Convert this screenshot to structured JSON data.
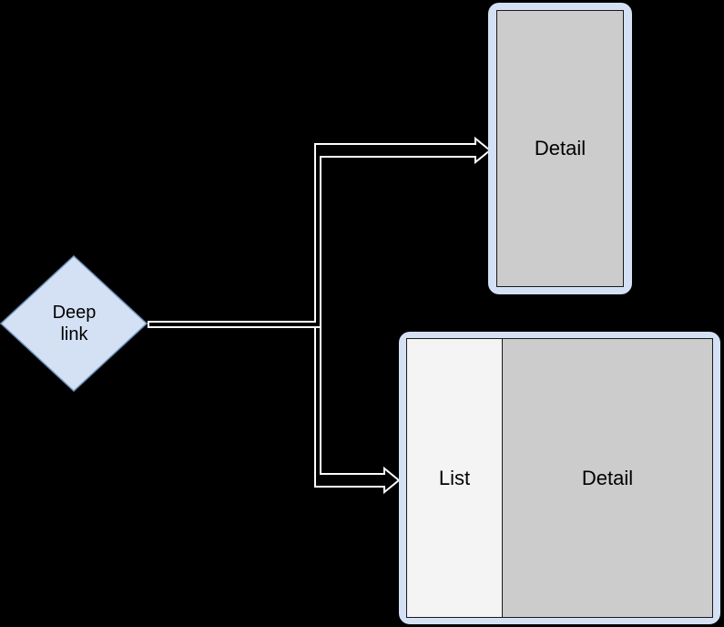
{
  "diagram": {
    "type": "flow-diagram",
    "background_color": "#000000",
    "nodes": [
      {
        "id": "deep-link",
        "shape": "diamond",
        "label": "Deep\nlink",
        "label_line1": "Deep",
        "label_line2": "link",
        "fill_color": "#d4e1f5",
        "stroke_color": "#7a9ec4",
        "text_color": "#000000"
      },
      {
        "id": "top-detail-device",
        "shape": "rounded-rect-device",
        "frame_color": "#d4e1f5",
        "screen_color": "#cccccc",
        "screen_border_color": "#1a1a1a",
        "panes": [
          {
            "id": "detail-full",
            "label": "Detail",
            "fill_color": "#cccccc"
          }
        ]
      },
      {
        "id": "bottom-split-device",
        "shape": "rounded-rect-device",
        "frame_color": "#d4e1f5",
        "screen_border_color": "#1a1a1a",
        "panes": [
          {
            "id": "list-pane",
            "label": "List",
            "fill_color": "#f4f4f4"
          },
          {
            "id": "detail-pane",
            "label": "Detail",
            "fill_color": "#cccccc"
          }
        ]
      }
    ],
    "edges": [
      {
        "id": "deeplink-to-top-detail",
        "from": "deep-link",
        "to": "top-detail-device",
        "style": "orthogonal-outlined",
        "arrowhead": "open-triangle",
        "stroke_color": "#ffffff"
      },
      {
        "id": "deeplink-to-bottom-split",
        "from": "deep-link",
        "to": "bottom-split-device",
        "style": "orthogonal-outlined",
        "arrowhead": "open-triangle",
        "stroke_color": "#ffffff"
      }
    ]
  }
}
